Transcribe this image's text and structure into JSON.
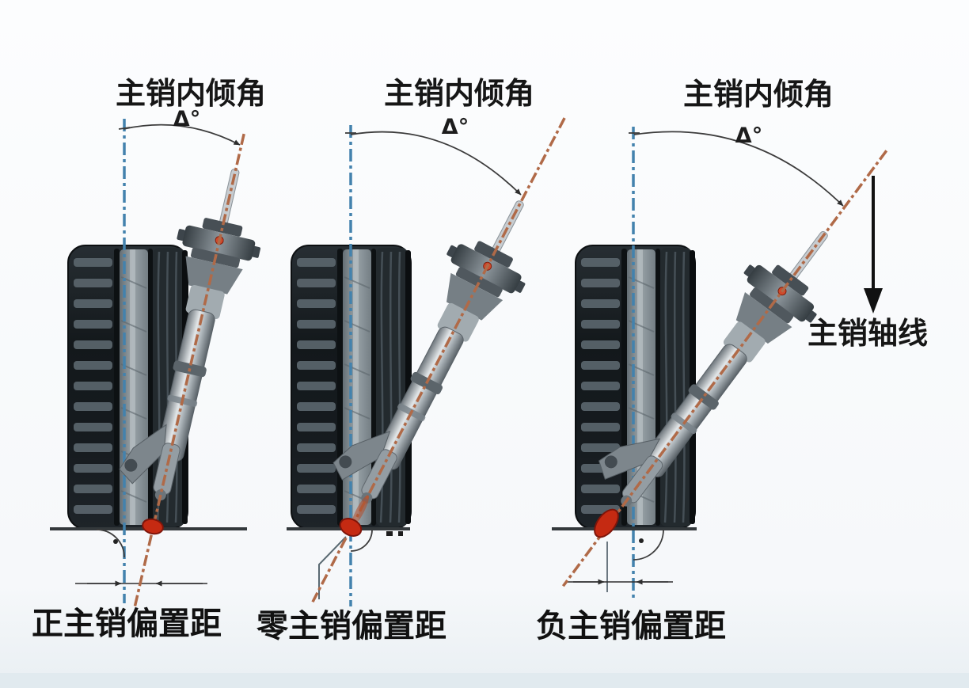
{
  "diagram": {
    "panels": [
      {
        "id": "positive-offset",
        "inclination_label": "主销内倾角",
        "angle_symbol": "Δ°",
        "offset_label": "正主销偏置距"
      },
      {
        "id": "zero-offset",
        "inclination_label": "主销内倾角",
        "angle_symbol": "Δ°",
        "offset_label": "零主销偏置距"
      },
      {
        "id": "negative-offset",
        "inclination_label": "主销内倾角",
        "angle_symbol": "Δ°",
        "offset_label": "负主销偏置距",
        "axis_label": "主销轴线"
      }
    ],
    "colors": {
      "centerline_blue": "#4382ad",
      "kingpin_orange": "#b06a48",
      "marker_red": "#c52a12",
      "ink": "#1a1a1a"
    }
  }
}
